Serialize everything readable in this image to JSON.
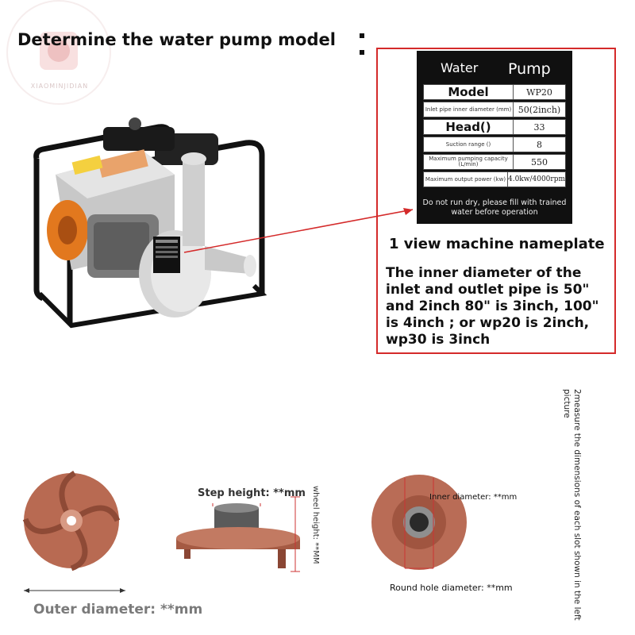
{
  "header": {
    "title": "Determine the water pump model",
    "logo_text": "XIAOMINJIDIAN"
  },
  "nameplate": {
    "heading_left": "Water",
    "heading_right": "Pump",
    "rows": [
      {
        "key": "Model",
        "value": "WP20"
      },
      {
        "key": "Inlet pipe inner diameter (mm)",
        "value": "50(2inch)"
      },
      {
        "key": "Head()",
        "value": "33"
      },
      {
        "key": "Suction range ()",
        "value": "8"
      },
      {
        "key": "Maximum pumping capacity (L/min)",
        "value": "550"
      },
      {
        "key": "Maximum output power (kw)",
        "value": "4.0kw/4000rpm"
      }
    ],
    "warning": "Do not run dry, please fill with trained water before operation"
  },
  "callout": {
    "caption": "1 view machine nameplate",
    "note": "The inner diameter of the inlet and outlet pipe is 50\" and 2inch 80\" is 3inch, 100\" is 4inch ; or wp20 is 2inch, wp30 is 3inch"
  },
  "measure": {
    "side_note": "2measure the dimensions of each slot shown in the left picture",
    "outer_diameter": "Outer diameter: **mm",
    "step_height": "Step height: **mm",
    "wheel_height": "wheel height: **MM",
    "inner_diameter": "Inner diameter: **mm",
    "round_hole_diameter": "Round hole diameter: **mm"
  },
  "colors": {
    "callout_border": "#d42a2a",
    "impeller": "#b86a52",
    "frame": "#111111",
    "engine_orange": "#e2781e"
  }
}
